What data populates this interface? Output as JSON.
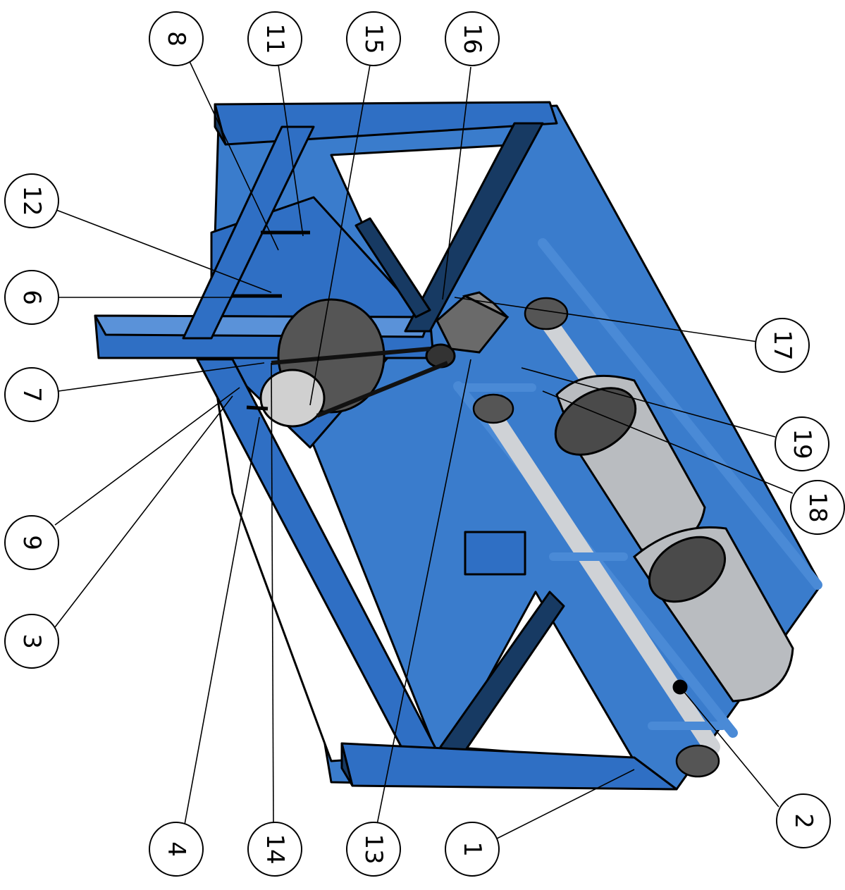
{
  "callouts": [
    "1",
    "2",
    "3",
    "4",
    "6",
    "7",
    "8",
    "9",
    "11",
    "12",
    "13",
    "14",
    "15",
    "16",
    "17",
    "18",
    "19"
  ],
  "colors": {
    "frame": "#2f6fc4",
    "frame_dark": "#173a63",
    "frame_light": "#5a92d9",
    "plate": "#3a7ccc",
    "drum": "#b9bcc0",
    "drum_dark": "#4a4a4a",
    "outline": "#000000",
    "background": "#ffffff"
  }
}
